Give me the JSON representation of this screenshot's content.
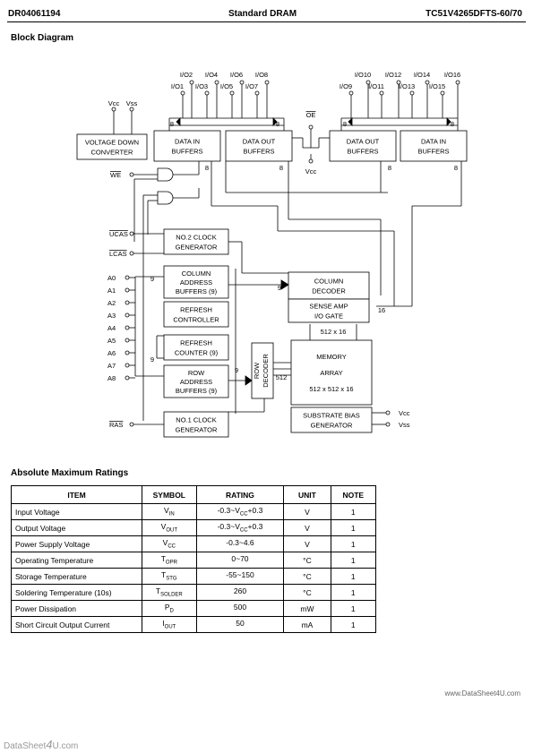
{
  "header": {
    "left": "DR04061194",
    "center": "Standard DRAM",
    "right": "TC51V4265DFTS-60/70"
  },
  "block_diagram": {
    "title": "Block Diagram",
    "io_top_left": [
      "I/O2",
      "I/O4",
      "I/O6",
      "I/O8"
    ],
    "io_bottom_left": [
      "I/O1",
      "I/O3",
      "I/O5",
      "I/O7"
    ],
    "io_top_right": [
      "I/O10",
      "I/O12",
      "I/O14",
      "I/O16"
    ],
    "io_bottom_right": [
      "I/O9",
      "I/O11",
      "I/O13",
      "I/O15"
    ],
    "vcc": "Vcc",
    "vss": "Vss",
    "oe": "OE",
    "we": "WE",
    "ucas": "UCAS",
    "lcas": "LCAS",
    "ras": "RAS",
    "address_pins": [
      "A0",
      "A1",
      "A2",
      "A3",
      "A4",
      "A5",
      "A6",
      "A7",
      "A8"
    ],
    "voltage_converter": [
      "VOLTAGE DOWN",
      "CONVERTER"
    ],
    "data_in": [
      "DATA IN",
      "BUFFERS"
    ],
    "data_out": [
      "DATA OUT",
      "BUFFERS"
    ],
    "clock2": [
      "NO.2 CLOCK",
      "GENERATOR"
    ],
    "column_address": [
      "COLUMN",
      "ADDRESS",
      "BUFFERS (9)"
    ],
    "refresh_controller": [
      "REFRESH",
      "CONTROLLER"
    ],
    "refresh_counter": [
      "REFRESH",
      "COUNTER (9)"
    ],
    "row_address": [
      "ROW",
      "ADDRESS",
      "BUFFERS (9)"
    ],
    "clock1": [
      "NO.1 CLOCK",
      "GENERATOR"
    ],
    "column_decoder": [
      "COLUMN",
      "DECODER"
    ],
    "sense_amp": [
      "SENSE AMP",
      "I/O GATE"
    ],
    "row_decoder": [
      "ROW",
      "DECODER"
    ],
    "memory_array": [
      "MEMORY",
      "ARRAY",
      "512 x 512 x 16"
    ],
    "substrate_bias": [
      "SUBSTRATE BIAS",
      "GENERATOR"
    ],
    "bus_8": "8",
    "bus_9": "9",
    "bus_16": "16",
    "bus_512x16": "512 x 16",
    "bus_512": "512"
  },
  "ratings": {
    "title": "Absolute Maximum Ratings",
    "headers": [
      "ITEM",
      "SYMBOL",
      "RATING",
      "UNIT",
      "NOTE"
    ],
    "rows": [
      {
        "item": "Input Voltage",
        "sym_main": "V",
        "sym_sub": "IN",
        "rating": "-0.3~V",
        "rating_sub": "CC",
        "rating_tail": "+0.3",
        "unit": "V",
        "note": "1"
      },
      {
        "item": "Output Voltage",
        "sym_main": "V",
        "sym_sub": "OUT",
        "rating": "-0.3~V",
        "rating_sub": "CC",
        "rating_tail": "+0.3",
        "unit": "V",
        "note": "1"
      },
      {
        "item": "Power Supply Voltage",
        "sym_main": "V",
        "sym_sub": "CC",
        "rating": "-0.3~4.6",
        "rating_sub": "",
        "rating_tail": "",
        "unit": "V",
        "note": "1"
      },
      {
        "item": "Operating Temperature",
        "sym_main": "T",
        "sym_sub": "OPR",
        "rating": "0~70",
        "rating_sub": "",
        "rating_tail": "",
        "unit": "°C",
        "note": "1"
      },
      {
        "item": "Storage Temperature",
        "sym_main": "T",
        "sym_sub": "STG",
        "rating": "-55~150",
        "rating_sub": "",
        "rating_tail": "",
        "unit": "°C",
        "note": "1"
      },
      {
        "item": "Soldering Temperature (10s)",
        "sym_main": "T",
        "sym_sub": "SOLDER",
        "rating": "260",
        "rating_sub": "",
        "rating_tail": "",
        "unit": "°C",
        "note": "1"
      },
      {
        "item": "Power Dissipation",
        "sym_main": "P",
        "sym_sub": "D",
        "rating": "500",
        "rating_sub": "",
        "rating_tail": "",
        "unit": "mW",
        "note": "1"
      },
      {
        "item": "Short Circuit Output Current",
        "sym_main": "I",
        "sym_sub": "OUT",
        "rating": "50",
        "rating_sub": "",
        "rating_tail": "",
        "unit": "mA",
        "note": "1"
      }
    ]
  },
  "watermarks": {
    "bottom_right": "www.DataSheet4U.com",
    "bottom_left_a": "DataSheet",
    "bottom_left_b": "4",
    "bottom_left_c": "U.com"
  }
}
